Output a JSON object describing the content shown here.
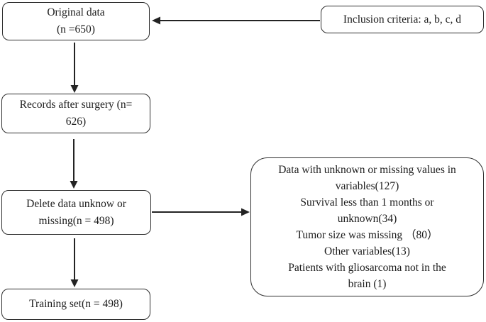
{
  "diagram": {
    "boxes": {
      "original": {
        "lines": [
          "Original data",
          "(n =650)"
        ]
      },
      "inclusion": {
        "lines": [
          "Inclusion criteria: a, b, c, d"
        ]
      },
      "records": {
        "lines": [
          "Records after surgery (n=",
          "626)"
        ]
      },
      "delete": {
        "lines": [
          "Delete data unknow or",
          "missing(n = 498)"
        ]
      },
      "exclusions": {
        "lines": [
          "Data with unknown or missing values in",
          "variables(127)",
          "Survival less than 1 months or",
          "unknown(34)",
          "Tumor size was missing （80）",
          "Other variables(13)",
          "Patients with gliosarcoma not in the",
          "brain (1)"
        ]
      },
      "training": {
        "lines": [
          "Training set(n = 498)"
        ]
      }
    },
    "colors": {
      "border": "#2e2e2e",
      "arrow": "#232323",
      "text": "#1c1c1c",
      "background": "#ffffff"
    }
  }
}
